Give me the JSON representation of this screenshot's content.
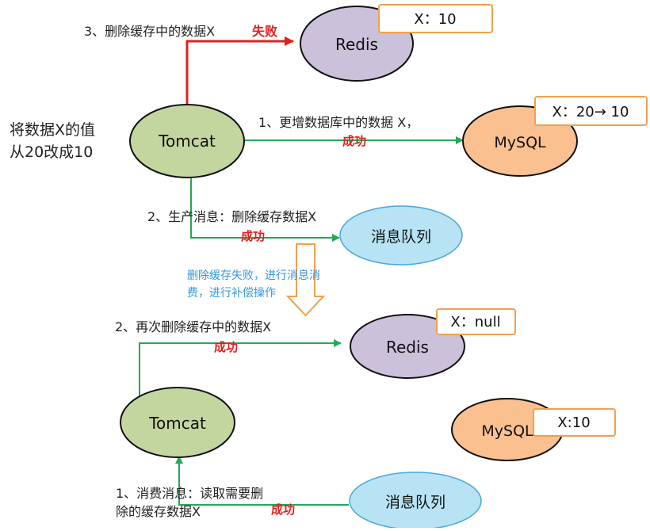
{
  "top": {
    "side_note": [
      "将数据X的值",
      "从20改成10"
    ],
    "tomcat": "Tomcat",
    "redis": "Redis",
    "mysql": "MySQL",
    "mq": "消息队列",
    "redis_value": "X：10",
    "mysql_value": "X：20→ 10",
    "step3_label": "3、删除缓存中的数据X",
    "step3_status": "失败",
    "step1_label": "1、更增数据库中的数据 X，",
    "step1_status": "成功",
    "step2_label": "2、生产消息：删除缓存数据X",
    "step2_status": "成功"
  },
  "middle": {
    "note": [
      "删除缓存失败，进行消息消",
      "费，进行补偿操作"
    ]
  },
  "bottom": {
    "tomcat": "Tomcat",
    "redis": "Redis",
    "mysql": "MySQL",
    "mq": "消息队列",
    "redis_value": "X：null",
    "mysql_value": "X:10",
    "step2_label": "2、再次删除缓存中的数据X",
    "step2_status": "成功",
    "step1_label": [
      "1、消费消息：读取需要删",
      "除的缓存数据X"
    ],
    "step1_status": "成功"
  },
  "colors": {
    "tomcat_fill": "#C4D6A0",
    "redis_fill": "#CCC1DA",
    "mysql_fill": "#FAC090",
    "mq_fill": "#B7E3F5",
    "value_box_border": "#F0A050",
    "arrow_green": "#22AA55",
    "arrow_red": "#E02020",
    "status_red": "#E02020",
    "note_blue": "#3399DD",
    "down_arrow_border": "#F0A050"
  }
}
